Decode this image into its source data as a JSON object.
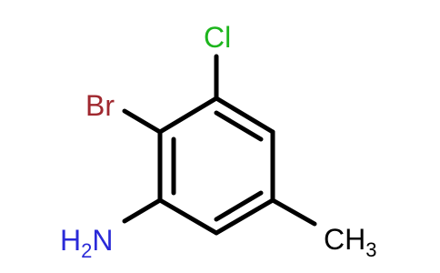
{
  "molecule": {
    "atoms": {
      "cl": {
        "symbol": "Cl",
        "color": "#1db51d"
      },
      "br": {
        "symbol": "Br",
        "color": "#a0282f"
      },
      "nh2": {
        "symbol": "H",
        "subscript": "2",
        "tail": "N",
        "color_h": "#2a2ad8",
        "color_n": "#2a2ad8"
      },
      "ch3": {
        "symbol": "CH",
        "subscript": "3",
        "color": "#000000"
      }
    },
    "bond_color": "#000000"
  }
}
